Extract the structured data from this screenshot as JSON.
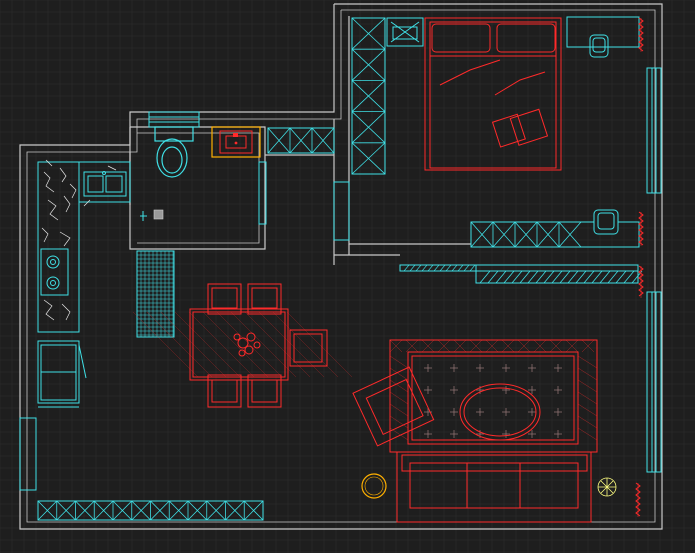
{
  "drawing": {
    "background": "#1e1e1e",
    "grid_color": "#2e2e2e",
    "grid_major_color": "#343434",
    "wall_color": "#c8c8c8",
    "furniture_color": "#ff2a2a",
    "fixture_color": "#3fe0e6",
    "accent_color": "#ffb000"
  },
  "rooms": [
    "bedroom",
    "bathroom",
    "kitchen",
    "dining-area",
    "living-room",
    "balcony"
  ],
  "furniture": [
    "double-bed",
    "pillows",
    "desk",
    "desk-chair",
    "wardrobe",
    "toilet",
    "washbasin",
    "shower-tray",
    "kitchen-counter",
    "sink",
    "stove",
    "refrigerator",
    "dining-table",
    "dining-chairs",
    "sofa",
    "armchair",
    "coffee-table",
    "area-rug",
    "floor-lamp",
    "potted-plant",
    "tv-cabinet",
    "windows"
  ]
}
